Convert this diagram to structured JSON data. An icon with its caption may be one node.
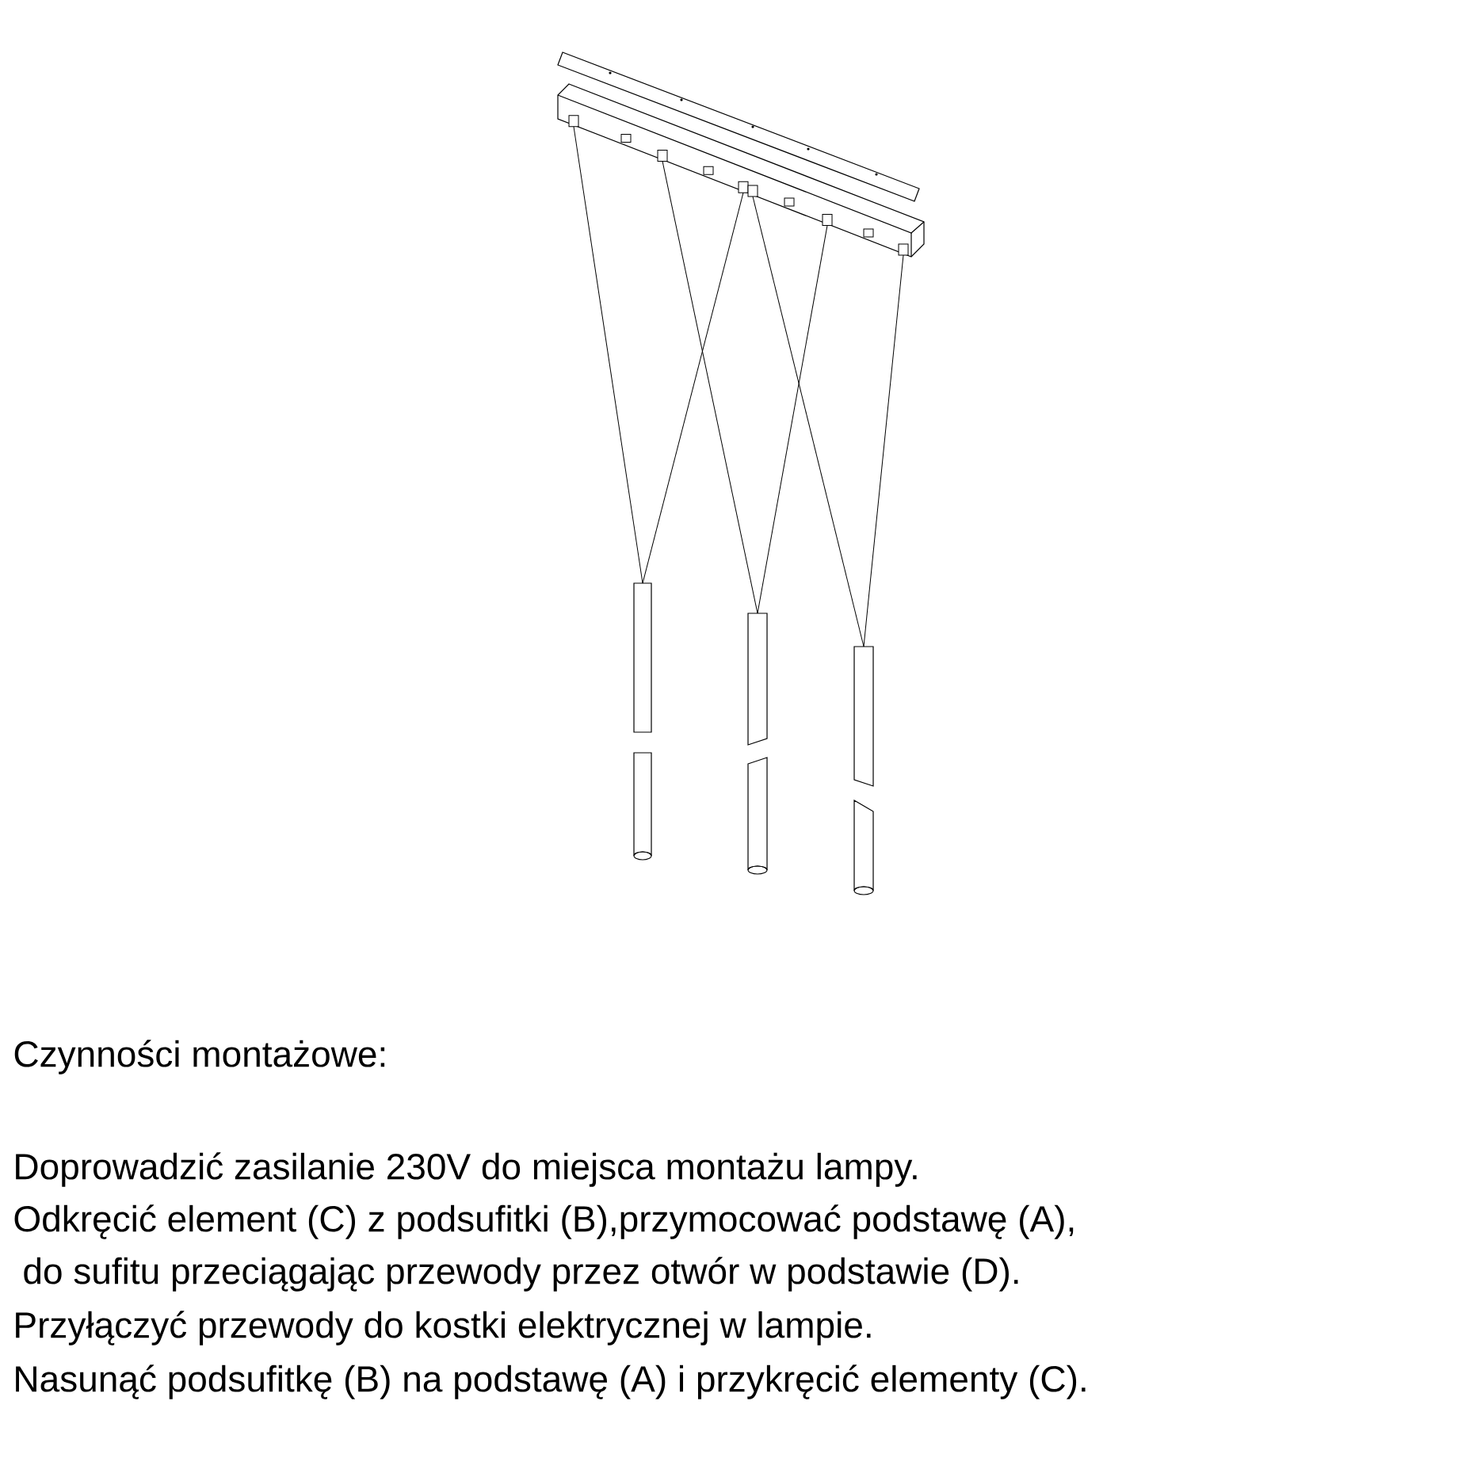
{
  "diagram": {
    "title": "Czynności montażowe:",
    "labels": [
      "Doprowadzić zasilanie 230V do miejsca montażu lampy.",
      "Odkręcić element (C) z podsufitki (B),przymocować podstawę (A),",
      "do sufitu przeciągając przewody przez otwór w podstawie (D).",
      "Przyłączyć przewody do kostki elektrycznej w lampie.",
      "Nasunąć podsufitkę (B) na podstawę (A) i przykręcić elementy (C)."
    ]
  }
}
